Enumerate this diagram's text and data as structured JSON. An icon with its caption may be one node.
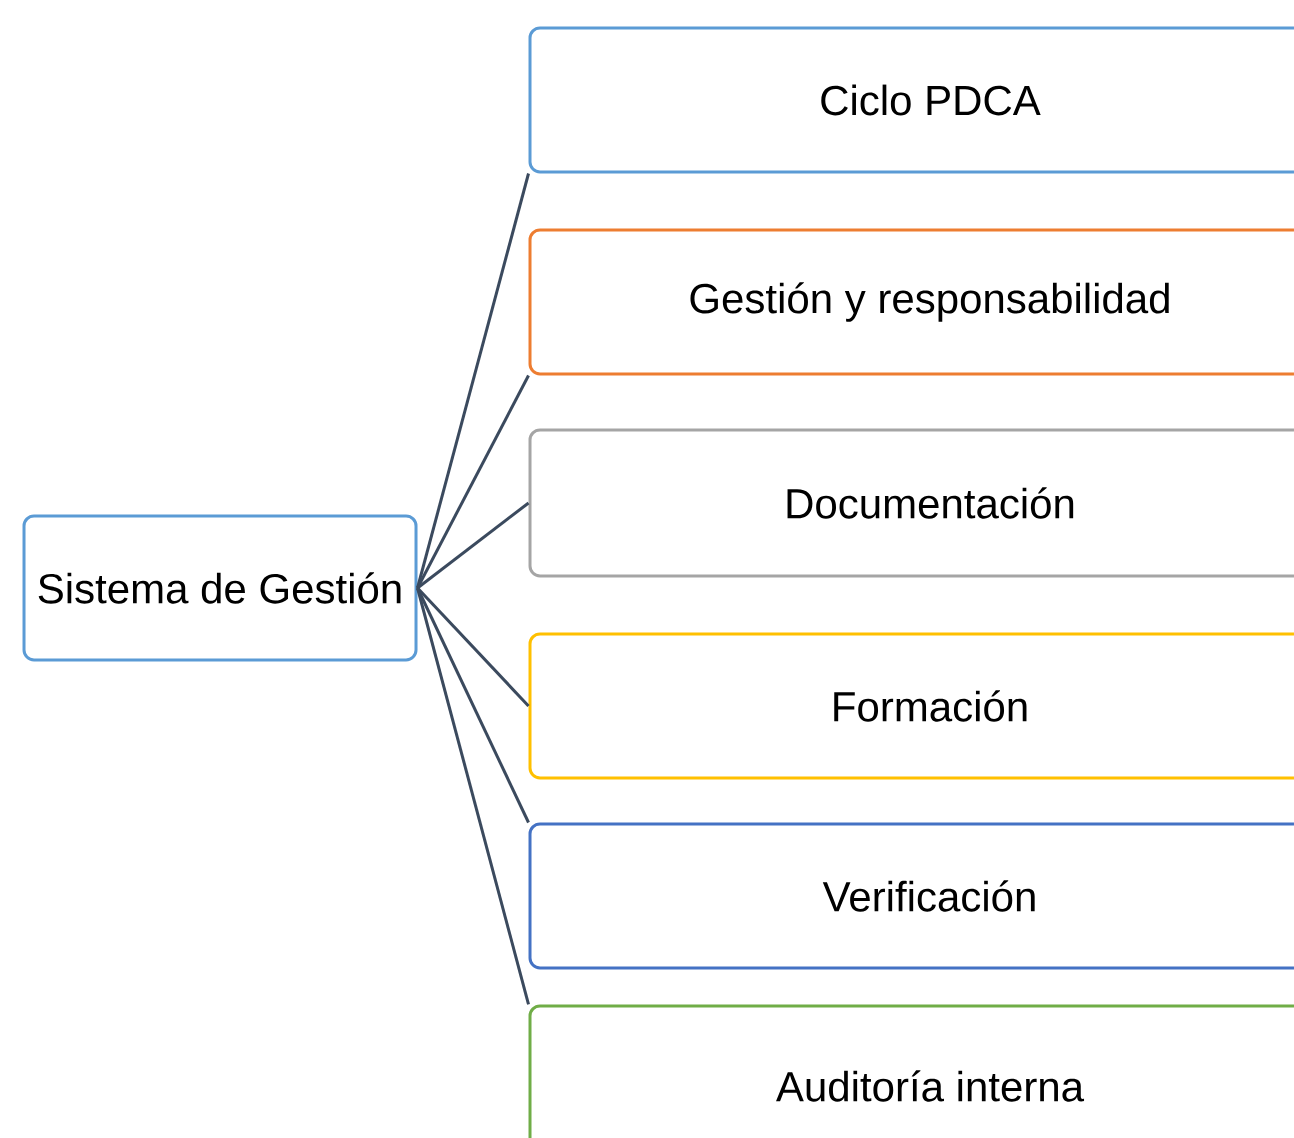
{
  "diagram": {
    "nodes": [
      {
        "text": [
          "Sistema de Gestión"
        ]
      },
      {
        "text": [
          "Ciclo PDCA"
        ]
      },
      {
        "text": [
          "Gestión y responsabilidad"
        ]
      },
      {
        "text": [
          "Documentación"
        ]
      },
      {
        "text": [
          "Formación"
        ]
      },
      {
        "text": [
          "Verificación"
        ]
      },
      {
        "text": [
          "Auditoría interna"
        ]
      }
    ],
    "edges": [
      {
        "from": 0,
        "to": 1,
        "arrow": "none"
      },
      {
        "from": 0,
        "to": 2,
        "arrow": "none"
      },
      {
        "from": 0,
        "to": 3,
        "arrow": "none"
      },
      {
        "from": 0,
        "to": 4,
        "arrow": "none"
      },
      {
        "from": 0,
        "to": 5,
        "arrow": "none"
      },
      {
        "from": 0,
        "to": 6,
        "arrow": "none"
      }
    ]
  }
}
